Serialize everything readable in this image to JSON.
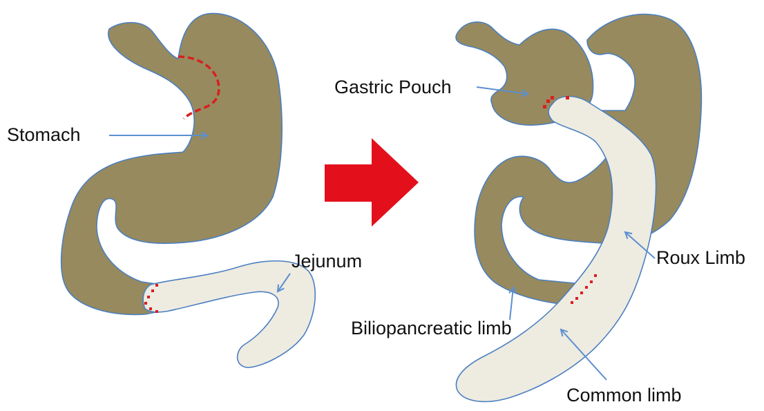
{
  "labels": {
    "stomach": "Stomach",
    "jejunum": "Jejunum",
    "gastric_pouch": "Gastric Pouch",
    "roux_limb": "Roux Limb",
    "biliopancreatic_limb": "Biliopancreatic limb",
    "common_limb": "Common limb"
  },
  "colors": {
    "stomach_fill": "#978a5e",
    "intestine_fill": "#eeebe1",
    "outline": "#4a7fc0",
    "arrow_line": "#5b8fd0",
    "staple_line": "#d81f1f",
    "transition_arrow": "#e3101c"
  }
}
